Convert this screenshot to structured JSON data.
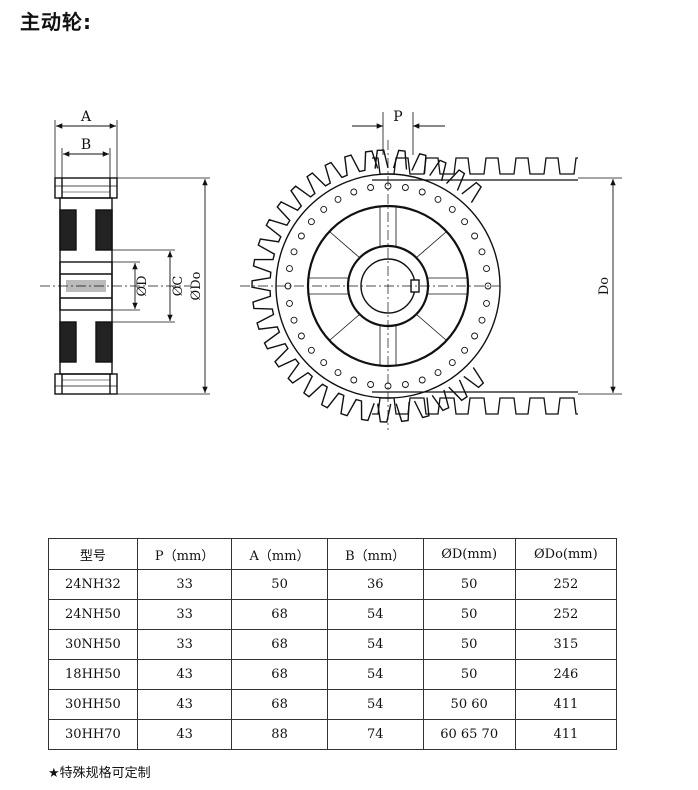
{
  "title": "主动轮:",
  "drawing": {
    "labels": {
      "A": "A",
      "B": "B",
      "D": "ØD",
      "C": "ØC",
      "Do_side": "ØDo",
      "P": "P",
      "Do_front": "Do"
    }
  },
  "table": {
    "headers": [
      "型号",
      "P（mm）",
      "A（mm）",
      "B（mm）",
      "ØD(mm)",
      "ØDo(mm)"
    ],
    "rows": [
      [
        "24NH32",
        "33",
        "50",
        "36",
        "50",
        "252"
      ],
      [
        "24NH50",
        "33",
        "68",
        "54",
        "50",
        "252"
      ],
      [
        "30NH50",
        "33",
        "68",
        "54",
        "50",
        "315"
      ],
      [
        "18HH50",
        "43",
        "68",
        "54",
        "50",
        "246"
      ],
      [
        "30HH50",
        "43",
        "68",
        "54",
        "50 60",
        "411"
      ],
      [
        "30HH70",
        "43",
        "88",
        "74",
        "60 65 70",
        "411"
      ]
    ]
  },
  "note": "★特殊规格可定制"
}
